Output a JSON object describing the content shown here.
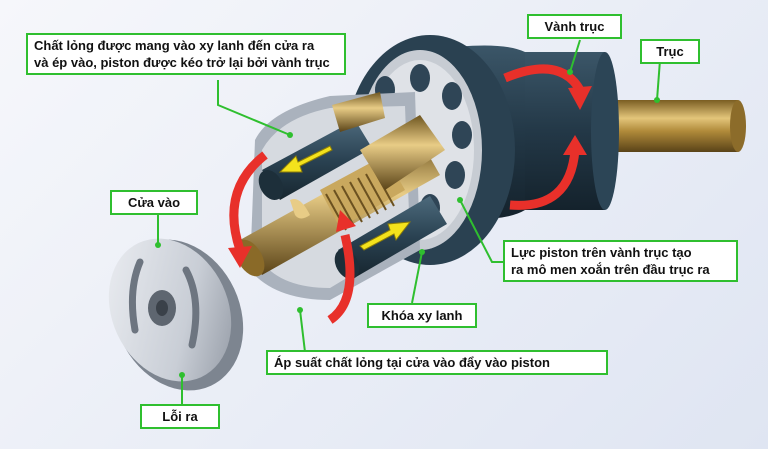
{
  "labels": {
    "piston_return": {
      "line1": "Chất lỏng được mang vào xy lanh đến cửa ra",
      "line2": "và ép vào, piston được kéo trở lại bởi vành trục"
    },
    "vanh_truc": "Vành trục",
    "truc": "Trục",
    "cua_vao": "Cửa vào",
    "luc_piston": {
      "line1": "Lực piston trên vành trục tạo",
      "line2": "ra mô men xoắn trên đầu trục ra"
    },
    "khoa_xy_lanh": "Khóa xy lanh",
    "ap_suat": "Áp suất  chất lỏng tại cửa vào đẩy vào piston",
    "loi_ra": "Lỗi ra"
  },
  "colors": {
    "callout": "#2fbf2f",
    "arrow_red": "#e8302a",
    "arrow_yellow": "#f4e21c",
    "housing": "#233847",
    "shaft": "#b08a3a",
    "plate": "#c9ced6"
  }
}
